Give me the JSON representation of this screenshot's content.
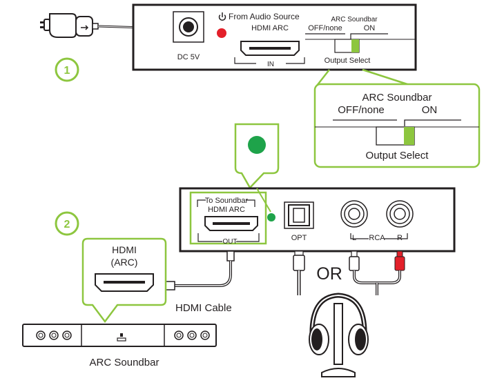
{
  "colors": {
    "green": "#8dc63f",
    "green_dark": "#1ea34a",
    "red": "#e3202a",
    "black": "#231f20"
  },
  "steps": {
    "one": "1",
    "two": "2"
  },
  "device_top": {
    "dc_label": "DC 5V",
    "audio_source_label": "From Audio Source",
    "power_icon": "power-icon",
    "hdmi_arc_label": "HDMI ARC",
    "in_label": "IN",
    "arc_soundbar_label": "ARC Soundbar",
    "off_label": "OFF/none",
    "on_label": "ON",
    "output_select_label": "Output Select"
  },
  "zoom_switch": {
    "title": "ARC Soundbar",
    "off_label": "OFF/none",
    "on_label": "ON",
    "output_select_label": "Output Select"
  },
  "device_bottom": {
    "to_soundbar_label": "To Soundbar",
    "hdmi_arc_label": "HDMI ARC",
    "out_label": "OUT",
    "opt_label": "OPT",
    "l_label": "L",
    "rca_label": "RCA",
    "r_label": "R"
  },
  "callout": {
    "hdmi_label": "HDMI",
    "arc_label": "(ARC)"
  },
  "or_label": "OR",
  "hdmi_cable_label": "HDMI Cable",
  "soundbar_label": "ARC Soundbar"
}
